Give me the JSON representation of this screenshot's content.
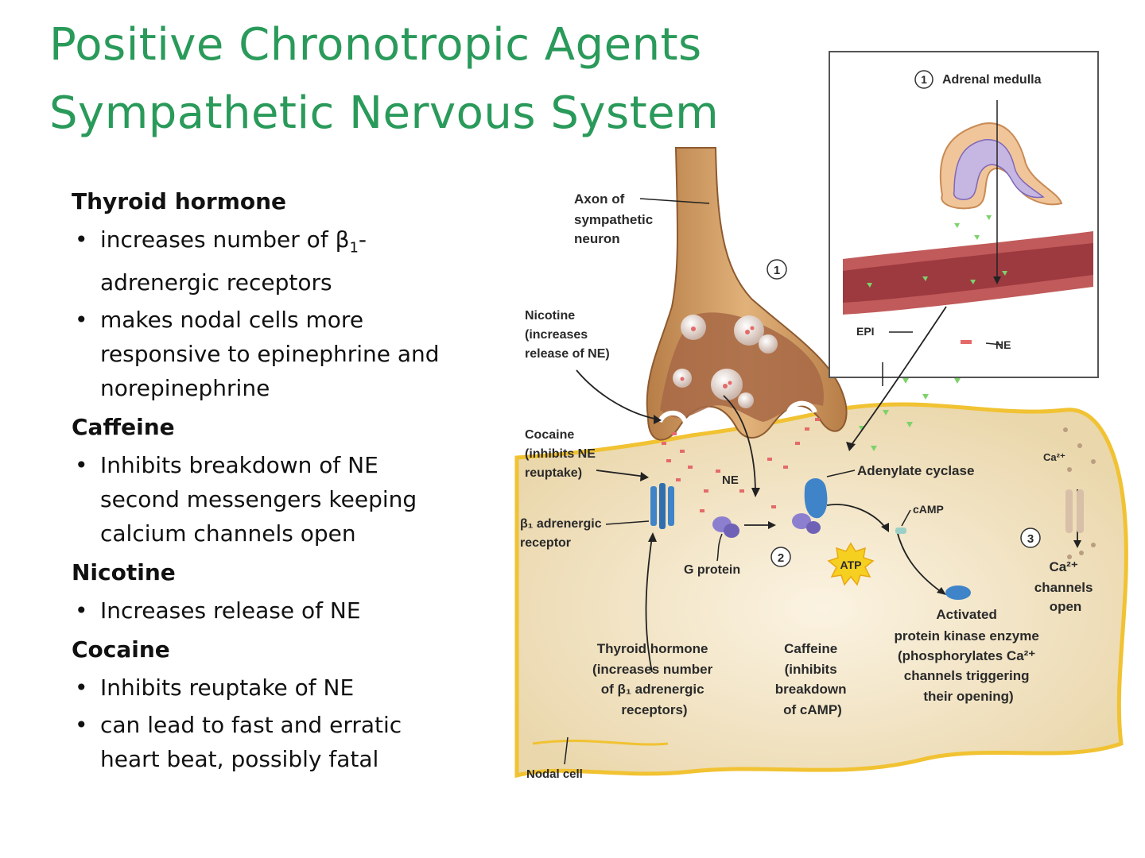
{
  "title": {
    "line1": "Positive Chronotropic Agents",
    "line2": "Sympathetic Nervous System"
  },
  "sections": [
    {
      "heading": "Thyroid hormone",
      "items": [
        {
          "pre": "increases number of β",
          "sub": "1",
          "post": "-adrenergic receptors"
        },
        {
          "pre": "makes nodal cells more responsive to epinephrine and norepinephrine",
          "sub": "",
          "post": ""
        }
      ]
    },
    {
      "heading": "Caffeine",
      "items": [
        {
          "pre": "Inhibits breakdown of NE second messengers keeping calcium channels open",
          "sub": "",
          "post": ""
        }
      ]
    },
    {
      "heading": "Nicotine",
      "items": [
        {
          "pre": "Increases release of NE",
          "sub": "",
          "post": ""
        }
      ]
    },
    {
      "heading": "Cocaine",
      "items": [
        {
          "pre": "Inhibits reuptake of NE",
          "sub": "",
          "post": ""
        },
        {
          "pre": "can lead to fast and erratic heart beat, possibly fatal",
          "sub": "",
          "post": ""
        }
      ]
    }
  ],
  "diagram": {
    "axon": [
      "Axon of",
      "sympathetic",
      "neuron"
    ],
    "step1": "1",
    "step2": "2",
    "step3": "3",
    "adrenal": "Adrenal medulla",
    "epi": "EPI",
    "ne_inset": "NE",
    "ne": "NE",
    "nicotine": [
      "Nicotine",
      "(increases",
      "release of NE)"
    ],
    "cocaine": [
      "Cocaine",
      "(inhibits NE",
      "reuptake)"
    ],
    "beta_receptor": [
      "β₁ adrenergic",
      "receptor"
    ],
    "g_protein": "G protein",
    "adenylate": "Adenylate cyclase",
    "camp": "cAMP",
    "atp": "ATP",
    "ca_small": "Ca²⁺",
    "ca_open": [
      "Ca²⁺",
      "channels",
      "open"
    ],
    "kinase": [
      "Activated",
      "protein kinase enzyme",
      "(phosphorylates Ca²⁺",
      "channels triggering",
      "their opening)"
    ],
    "thyroid": [
      "Thyroid hormone",
      "(increases number",
      "of β₁ adrenergic",
      "receptors)"
    ],
    "caffeine": [
      "Caffeine",
      "(inhibits",
      "breakdown",
      "of cAMP)"
    ],
    "nodal": "Nodal cell"
  },
  "colors": {
    "title": "#2a9a5a",
    "cell": "#f1e2c0",
    "membrane": "#f3c73a",
    "axon": "#c9955f",
    "receptor": "#3f84c9"
  }
}
